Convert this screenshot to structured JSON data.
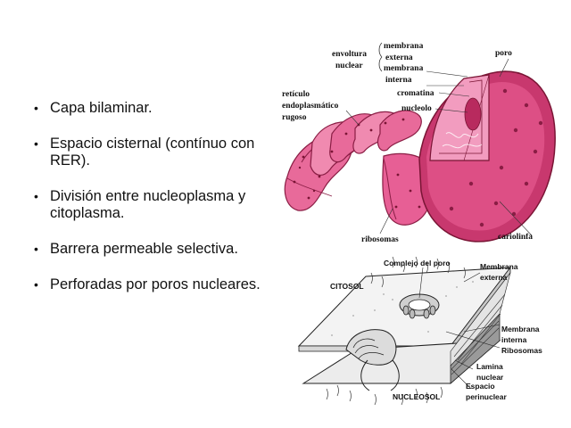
{
  "bullets": [
    "Capa bilaminar.",
    "Espacio cisternal (contínuo con RER).",
    "División entre nucleoplasma y citoplasma.",
    "Barrera permeable selectiva.",
    "Perforadas por poros nucleares."
  ],
  "top_figure": {
    "envoltura": [
      "envoltura",
      "nuclear"
    ],
    "membrana_externa": [
      "membrana",
      "externa"
    ],
    "membrana_interna": [
      "membrana",
      "interna"
    ],
    "poro": "poro",
    "reticulo": [
      "retículo",
      "endoplasmático",
      "rugoso"
    ],
    "cromatina": "cromatina",
    "nucleolo": "nucleolo",
    "ribosomas": "ribosomas",
    "cariolinfa": "cariolinfa"
  },
  "bottom_figure": {
    "complejo_poro": "Complejo del poro",
    "citosol": "CITOSOL",
    "nucleosol": "NUCLEOSOL",
    "membrana_externa": [
      "Membrana",
      "externa"
    ],
    "membrana_interna": [
      "Membrana",
      "interna"
    ],
    "ribosomas": "Ribosomas",
    "lamina_nuclear": [
      "Lamina",
      "nuclear"
    ],
    "espacio_perinuclear": [
      "Espacio",
      "perinuclear"
    ]
  },
  "colors": {
    "membrane": "#c8386e",
    "nucleus": "#e75f95",
    "nucleus_light": "#f29cbf",
    "dots": "#7a1535"
  }
}
